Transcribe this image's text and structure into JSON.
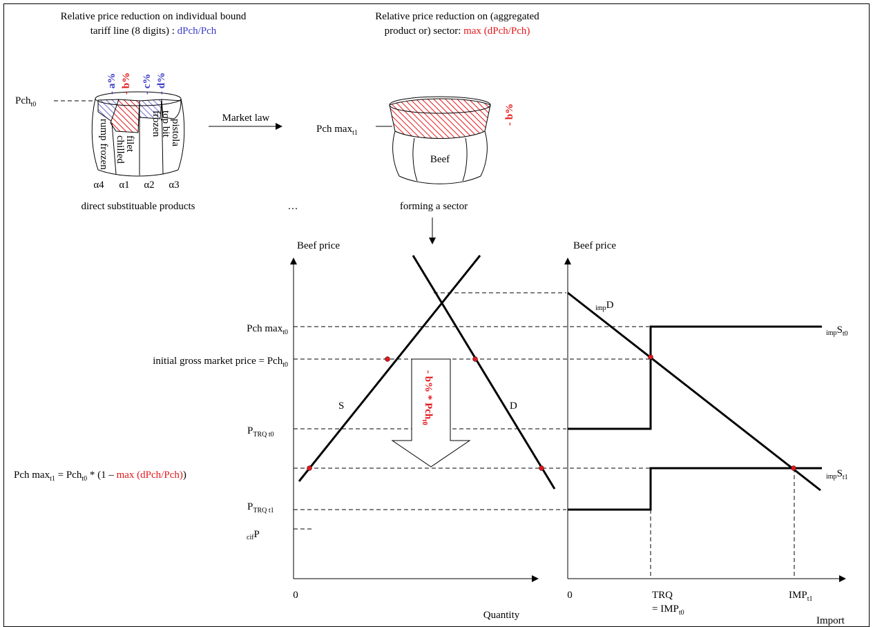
{
  "header": {
    "left_line1": "Relative price reduction on individual bound",
    "left_line2_a": "tariff line (8 digits) : ",
    "left_line2_b": "dPch/Pch",
    "right_line1": "Relative price reduction on (aggregated",
    "right_line2_a": "product or) sector: ",
    "right_line2_b": "max (dPch/Pch)"
  },
  "barrel_left": {
    "pch_label": "Pch",
    "pch_sub": "t0",
    "reductions": [
      "- a%",
      "- b%",
      "- c%",
      "- d%"
    ],
    "segments": [
      "rump frozen",
      "filet chilled",
      "top bit frozen",
      "pistola"
    ],
    "seg_filet_1": "filet",
    "seg_filet_2": "chilled",
    "seg_top_1": "top bit",
    "seg_top_2": "frozen",
    "alphas": [
      "α4",
      "α1",
      "α2",
      "α3"
    ],
    "caption": "direct substituable products"
  },
  "market_law": "Market law",
  "ellipsis": "…",
  "barrel_right": {
    "pch_label": "Pch max",
    "pch_sub": "t1",
    "reduction": "- b%",
    "label": "Beef",
    "caption": "forming a sector"
  },
  "left_chart": {
    "ylabel": "Beef price",
    "origin": "0",
    "xlabel": "Quantity",
    "supply": "S",
    "demand": "D",
    "arrow_label_a": "- b% * Pch",
    "arrow_label_sub": "t0",
    "levels": {
      "pchmax_t0": "Pch max",
      "pchmax_t0_sub": "t0",
      "initial_a": "initial gross market price = Pch",
      "initial_sub": "t0",
      "ptrq_t0": "P",
      "ptrq_t0_sub": "TRQ t0",
      "pchmax_t1_a": "Pch max",
      "pchmax_t1_sub1": "t1",
      "pchmax_t1_b": " = Pch",
      "pchmax_t1_sub2": "t0",
      "pchmax_t1_c": " * (1 – ",
      "pchmax_t1_red": "max (dPch/Pch)",
      "pchmax_t1_d": ")",
      "ptrq_t1": "P",
      "ptrq_t1_sub": "TRQ t1",
      "cif_sub": "cif",
      "cif": "P"
    }
  },
  "right_chart": {
    "ylabel": "Beef price",
    "origin": "0",
    "xlabel": "Import",
    "demand_sub": "imp",
    "demand": "D",
    "s0_sub": "imp",
    "s0": "S",
    "s0_sub2": "t0",
    "s1_sub": "imp",
    "s1": "S",
    "s1_sub2": "t1",
    "trq": "TRQ",
    "trq_eq": "= IMP",
    "trq_eq_sub": "t0",
    "imp": "IMP",
    "imp_sub": "t1"
  },
  "colors": {
    "blue": "#3a3ac8",
    "red": "#e4161a",
    "black": "#000000"
  }
}
